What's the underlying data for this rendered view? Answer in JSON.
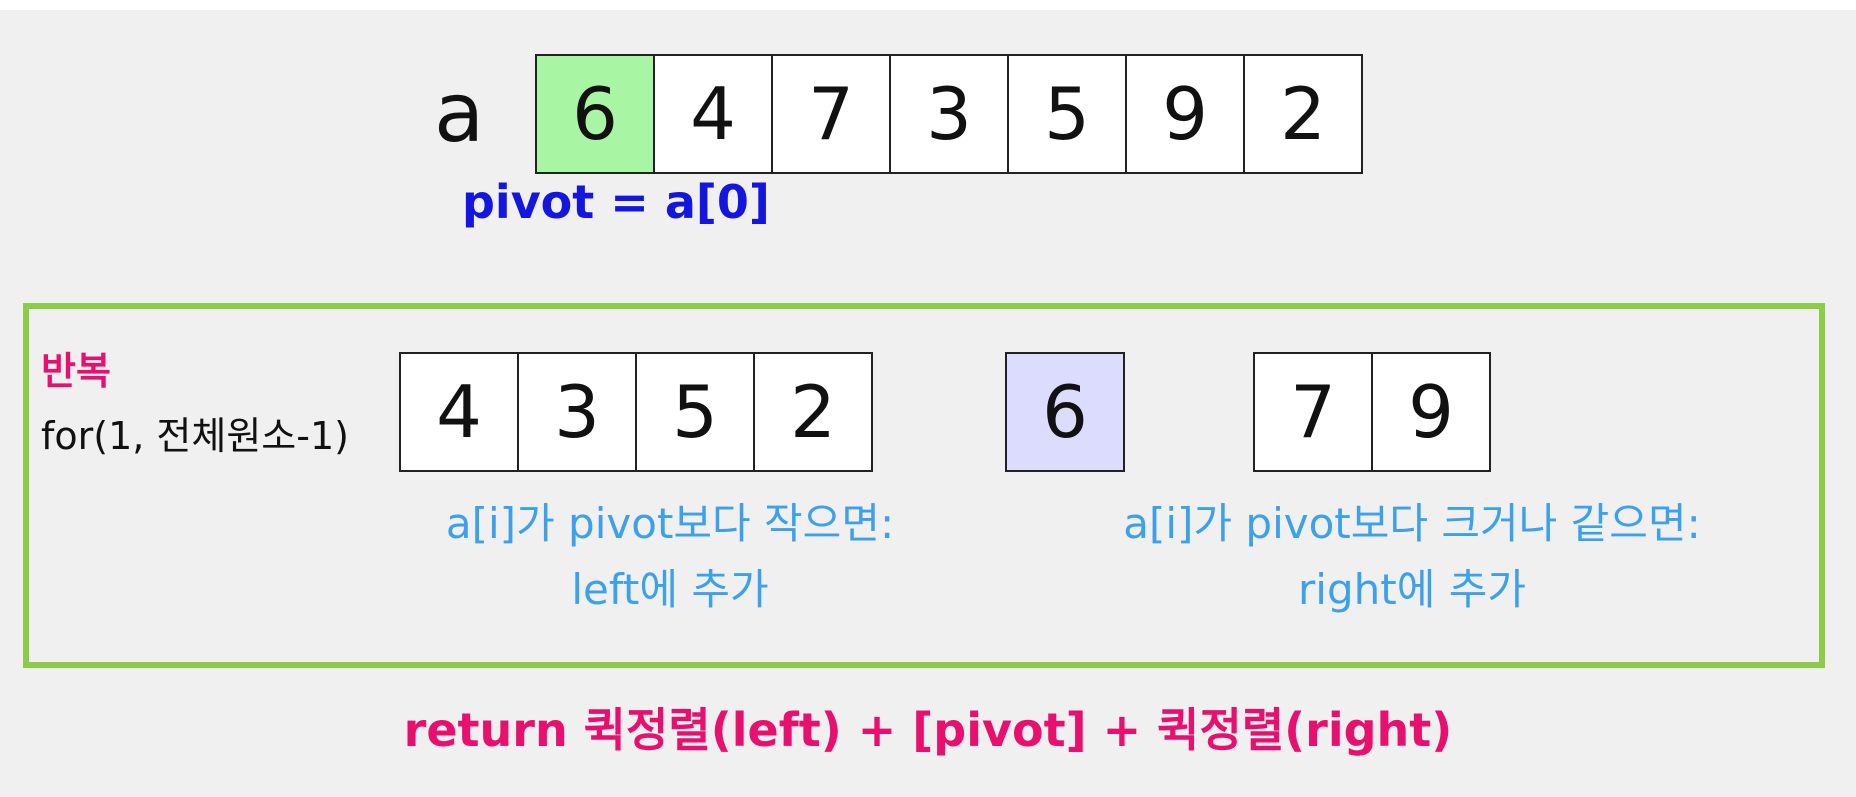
{
  "colors": {
    "background": "#f0f0f0",
    "pivot_cell": "#a8f5a3",
    "pivot_result_cell": "#dcdcff",
    "loop_border": "#8dcc48",
    "pivot_note": "#1515e0",
    "emphasis": "#e8106f",
    "condition": "#3ca0ea"
  },
  "array": {
    "label": "a",
    "values": [
      "6",
      "4",
      "7",
      "3",
      "5",
      "9",
      "2"
    ],
    "highlight_index": 0
  },
  "pivot_note": "pivot = a[0]",
  "loop": {
    "title": "반복",
    "range": "for(1, 전체원소-1)",
    "left_values": [
      "4",
      "3",
      "5",
      "2"
    ],
    "pivot_value": "6",
    "right_values": [
      "7",
      "9"
    ],
    "left_condition": [
      "a[i]가 pivot보다 작으면:",
      "left에 추가"
    ],
    "right_condition": [
      "a[i]가 pivot보다 크거나 같으면:",
      "right에 추가"
    ]
  },
  "return_statement": "return 퀵정렬(left) + [pivot] + 퀵정렬(right)"
}
